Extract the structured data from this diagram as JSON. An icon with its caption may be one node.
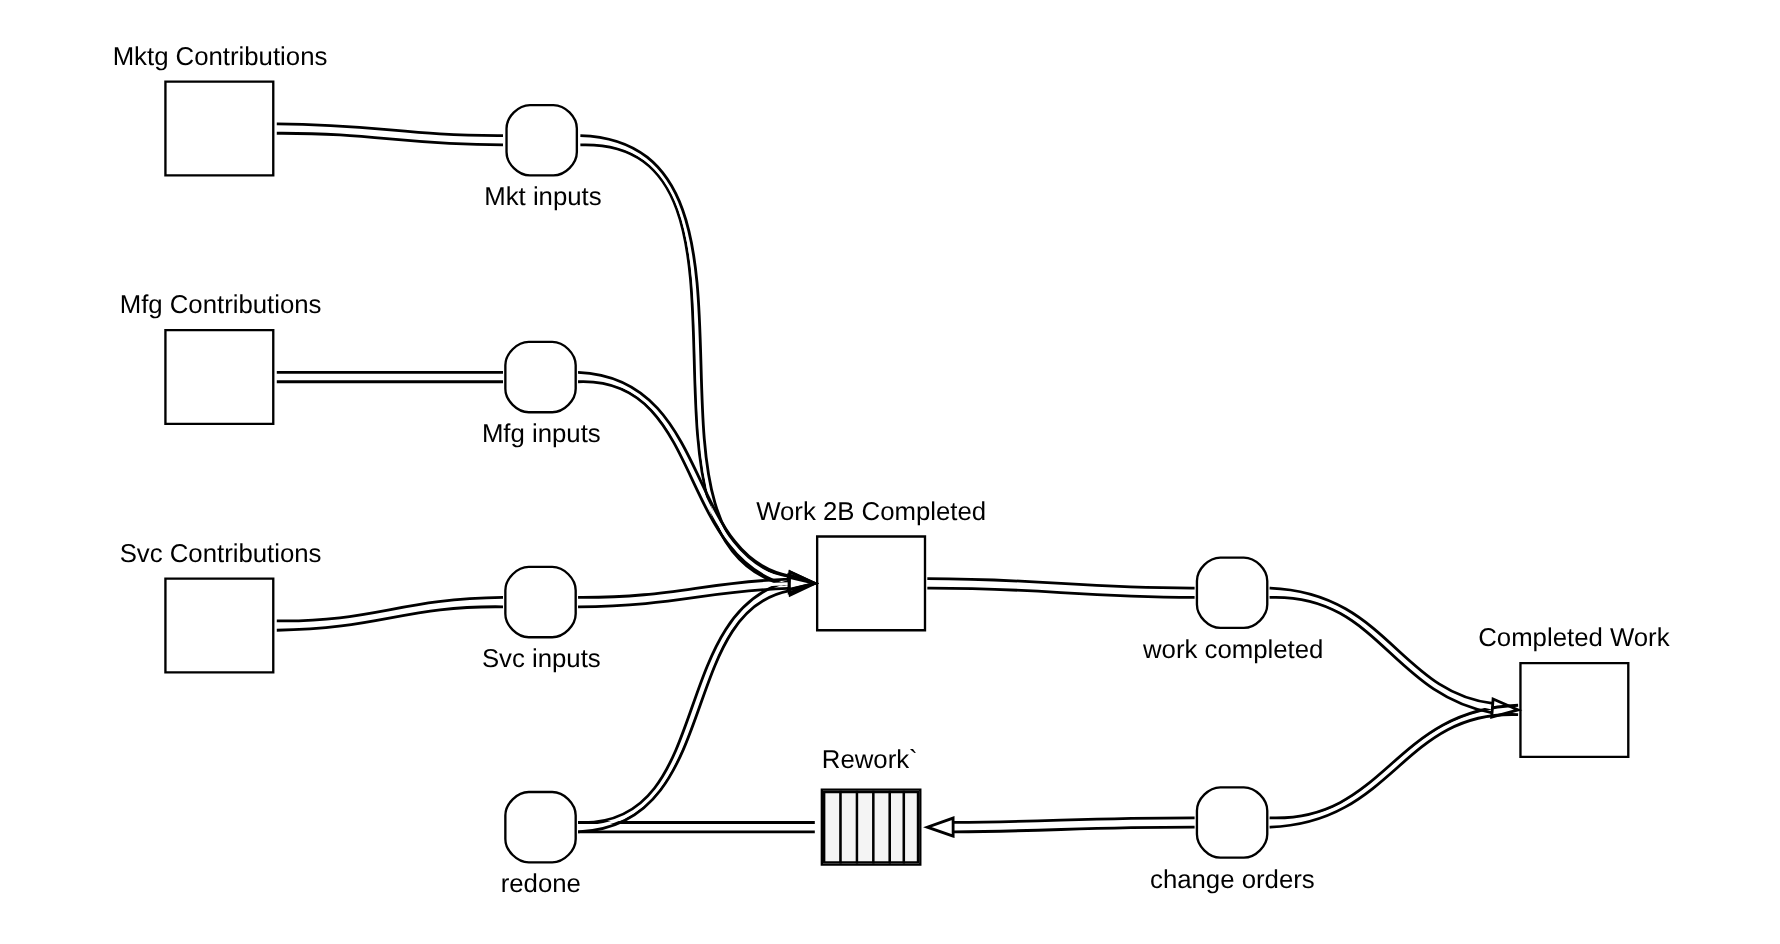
{
  "diagram": {
    "nodes": [
      {
        "text": [
          "Mktg Contributions"
        ]
      },
      {
        "text": [
          "Work 2B Completed"
        ]
      },
      {
        "text": [
          "Completed Work"
        ]
      },
      {
        "text": [
          "Mkt inputs"
        ]
      },
      {
        "text": [
          "work completed"
        ]
      },
      {
        "text": [
          "Mfg Contributions"
        ]
      },
      {
        "text": [
          "Rework`"
        ]
      },
      {
        "text": [
          "Mfg inputs"
        ]
      },
      {
        "text": [
          "redone"
        ]
      },
      {
        "text": [
          "change orders"
        ]
      },
      {
        "text": [
          "Svc Contributions"
        ]
      },
      {
        "text": [
          "Svc inputs"
        ]
      }
    ],
    "edges": [
      {
        "from": 0,
        "to": 3,
        "arrow": "none"
      },
      {
        "from": 3,
        "to": 1,
        "arrow": "to"
      },
      {
        "from": 1,
        "to": 4,
        "arrow": "none"
      },
      {
        "from": 4,
        "to": 2,
        "arrow": "to"
      },
      {
        "from": 5,
        "to": 7,
        "arrow": "none"
      },
      {
        "from": 7,
        "to": 1,
        "arrow": "to"
      },
      {
        "from": 2,
        "to": 9,
        "arrow": "none"
      },
      {
        "from": 9,
        "to": 6,
        "arrow": "to"
      },
      {
        "from": 6,
        "to": 8,
        "arrow": "none"
      },
      {
        "from": 8,
        "to": 1,
        "arrow": "to"
      },
      {
        "from": 10,
        "to": 11,
        "arrow": "none"
      },
      {
        "from": 11,
        "to": 1,
        "arrow": "to"
      }
    ]
  }
}
